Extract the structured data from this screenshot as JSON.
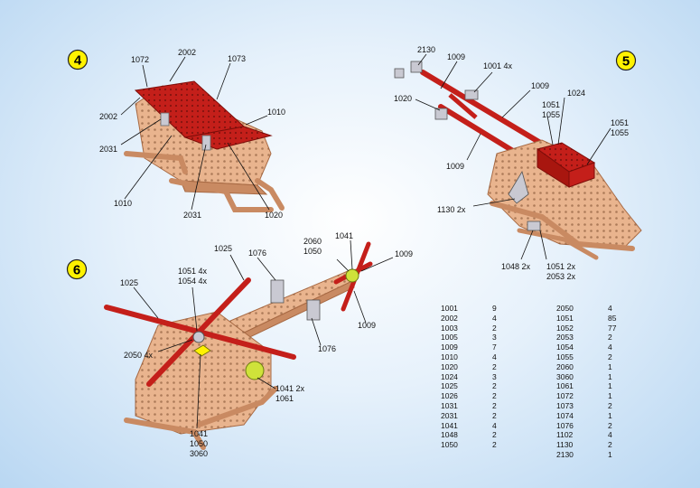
{
  "steps": [
    {
      "number": "4",
      "labels": [
        "1072",
        "2002",
        "1073",
        "1010",
        "2002",
        "2031",
        "1010",
        "2031",
        "1020"
      ]
    },
    {
      "number": "5",
      "labels": [
        "2130",
        "1009",
        "1001 4x",
        "1009",
        "1020",
        "1024",
        "1051",
        "1055",
        "1051",
        "1055",
        "1009",
        "1130 2x",
        "1048 2x",
        "1051 2x",
        "2053 2x"
      ]
    },
    {
      "number": "6",
      "labels": [
        "1025",
        "1076",
        "2060",
        "1050",
        "1041",
        "1009",
        "1051 4x",
        "1054 4x",
        "1025",
        "1009",
        "1076",
        "2050 4x",
        "1041 2x",
        "1061",
        "1041",
        "1050",
        "3060"
      ]
    }
  ],
  "parts_list": {
    "left": [
      {
        "code": "1001",
        "qty": "9"
      },
      {
        "code": "2002",
        "qty": "4"
      },
      {
        "code": "1003",
        "qty": "2"
      },
      {
        "code": "1005",
        "qty": "3"
      },
      {
        "code": "1009",
        "qty": "7"
      },
      {
        "code": "1010",
        "qty": "4"
      },
      {
        "code": "1020",
        "qty": "2"
      },
      {
        "code": "1024",
        "qty": "3"
      },
      {
        "code": "1025",
        "qty": "2"
      },
      {
        "code": "1026",
        "qty": "2"
      },
      {
        "code": "1031",
        "qty": "2"
      },
      {
        "code": "2031",
        "qty": "2"
      },
      {
        "code": "1041",
        "qty": "4"
      },
      {
        "code": "1048",
        "qty": "2"
      },
      {
        "code": "1050",
        "qty": "2"
      }
    ],
    "right": [
      {
        "code": "2050",
        "qty": "4"
      },
      {
        "code": "1051",
        "qty": "85"
      },
      {
        "code": "1052",
        "qty": "77"
      },
      {
        "code": "2053",
        "qty": "2"
      },
      {
        "code": "1054",
        "qty": "4"
      },
      {
        "code": "1055",
        "qty": "2"
      },
      {
        "code": "2060",
        "qty": "1"
      },
      {
        "code": "3060",
        "qty": "1"
      },
      {
        "code": "1061",
        "qty": "1"
      },
      {
        "code": "1072",
        "qty": "1"
      },
      {
        "code": "1073",
        "qty": "2"
      },
      {
        "code": "1074",
        "qty": "1"
      },
      {
        "code": "1076",
        "qty": "2"
      },
      {
        "code": "1102",
        "qty": "4"
      },
      {
        "code": "1130",
        "qty": "2"
      },
      {
        "code": "2130",
        "qty": "1"
      }
    ]
  },
  "colors": {
    "red": "#c41f1a",
    "copper": "#e9b48e",
    "copper_dark": "#c98a62",
    "silver": "#c9c9d2",
    "yellow": "#fff200",
    "green_yellow": "#cfe23a"
  }
}
